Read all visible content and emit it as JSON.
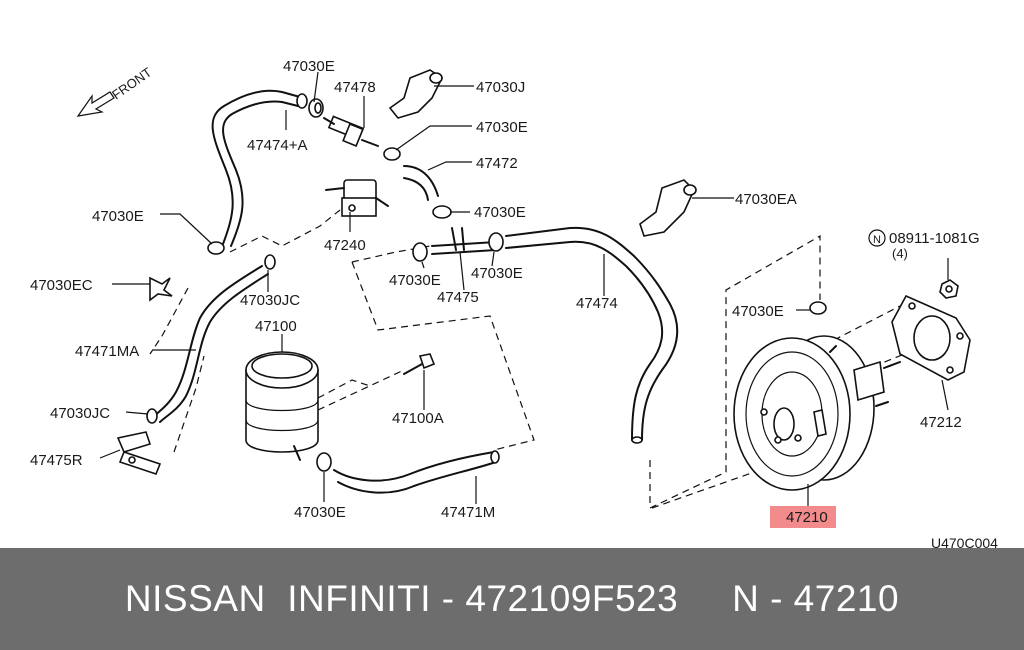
{
  "diagram": {
    "direction_label": "FRONT",
    "diagram_code": "U470C004",
    "callouts": {
      "c_47030E_top": "47030E",
      "c_47478": "47478",
      "c_47030J": "47030J",
      "c_47474A": "47474+A",
      "c_47030E_mid": "47030E",
      "c_47472": "47472",
      "c_47030E_r": "47030E",
      "c_47030EA": "47030EA",
      "c_47030E_left": "47030E",
      "c_47240": "47240",
      "c_47030EC": "47030EC",
      "c_47030JC_top": "47030JC",
      "c_47030E_tee_l": "47030E",
      "c_47030E_tee_r": "47030E",
      "c_47475": "47475",
      "c_47474": "47474",
      "c_47100": "47100",
      "c_47471MA": "47471MA",
      "c_47030JC_low": "47030JC",
      "c_47100A": "47100A",
      "c_47475R": "47475R",
      "c_47030E_bottom": "47030E",
      "c_47471M": "47471M",
      "c_47030E_booster": "47030E",
      "c_08911": "08911-1081G",
      "c_08911_n": "N",
      "c_08911_qty": "(4)",
      "c_47212": "47212",
      "c_47210": "47210"
    },
    "highlighted_part": "47210",
    "highlight_color": "#f28b8b"
  },
  "banner": {
    "text": "NISSAN  INFINITI - 472109F523     N - 47210",
    "background": "#6d6d6d",
    "text_color": "#ffffff"
  }
}
